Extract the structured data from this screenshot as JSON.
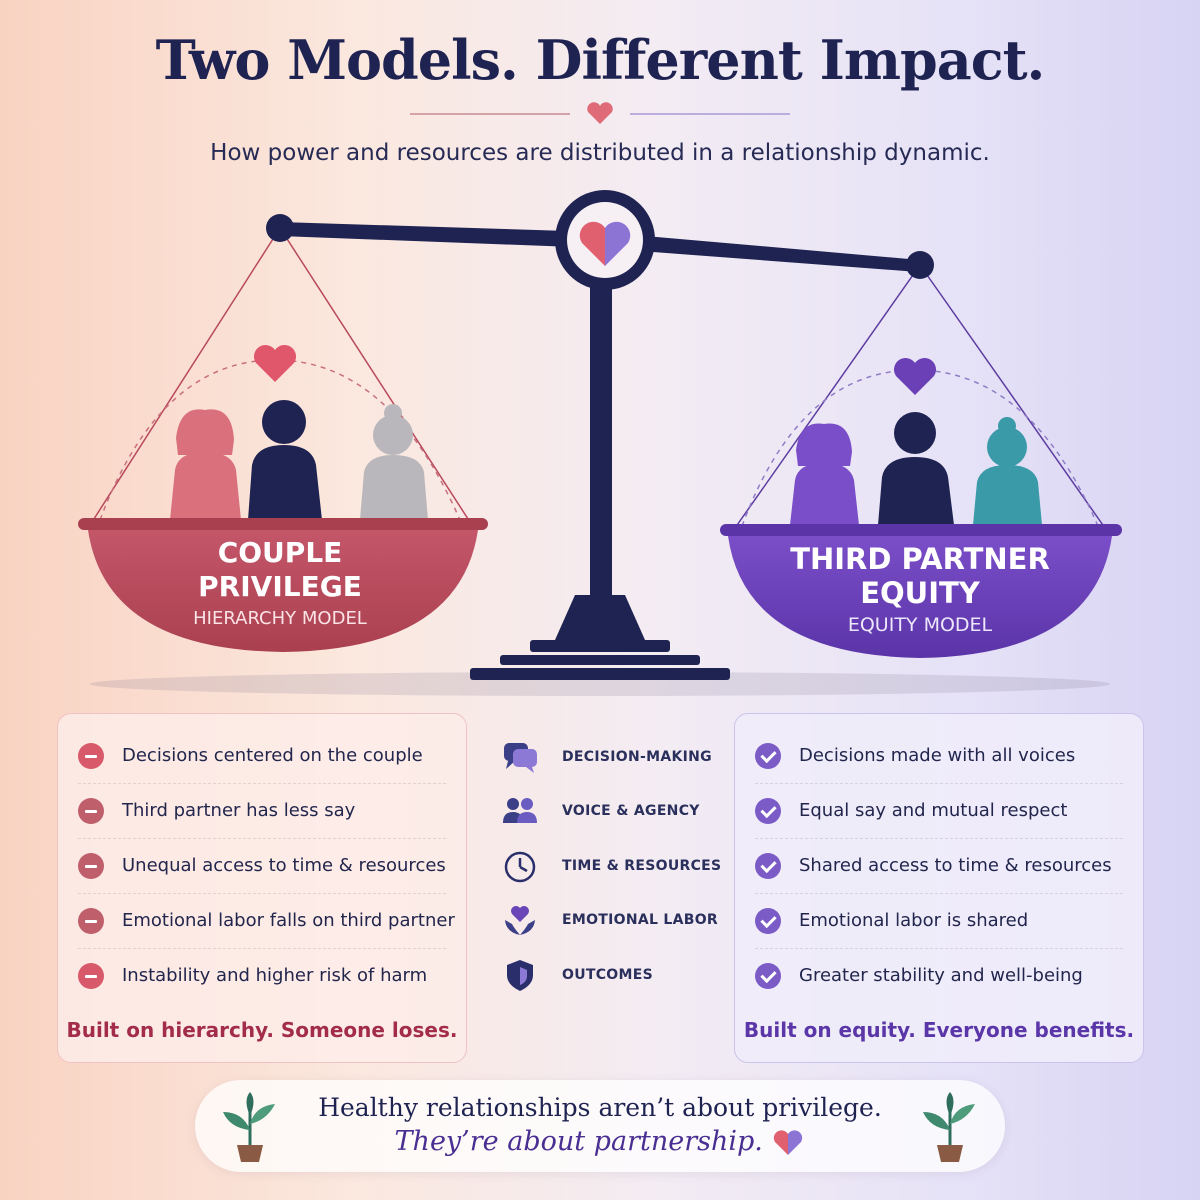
{
  "title": "Two Models. Different Impact.",
  "subtitle": "How power and resources are distributed in a relationship dynamic.",
  "left_model": {
    "title_line1": "COUPLE",
    "title_line2": "PRIVILEGE",
    "subtitle": "HIERARCHY MODEL",
    "items": [
      "Decisions centered on the couple",
      "Third partner has less say",
      "Unequal access to time & resources",
      "Emotional labor falls on third partner",
      "Instability and higher risk of harm"
    ],
    "tagline": "Built on hierarchy. Someone loses."
  },
  "right_model": {
    "title_line1": "THIRD PARTNER",
    "title_line2": "EQUITY",
    "subtitle": "EQUITY MODEL",
    "items": [
      "Decisions made with all voices",
      "Equal say and mutual respect",
      "Shared access to time & resources",
      "Emotional labor is shared",
      "Greater stability and well-being"
    ],
    "tagline": "Built on equity. Everyone benefits."
  },
  "categories": [
    {
      "label": "DECISION-MAKING",
      "icon": "speech-bubbles-icon"
    },
    {
      "label": "VOICE & AGENCY",
      "icon": "people-icon"
    },
    {
      "label": "TIME & RESOURCES",
      "icon": "clock-icon"
    },
    {
      "label": "EMOTIONAL LABOR",
      "icon": "heart-hands-icon"
    },
    {
      "label": "OUTCOMES",
      "icon": "shield-icon"
    }
  ],
  "banner": {
    "line1": "Healthy relationships aren’t about privilege.",
    "line2": "They’re about partnership."
  },
  "colors": {
    "navy": "#1f2352",
    "rose": "#b84a5e",
    "purple": "#6a45b8",
    "teal": "#3b9aa8"
  }
}
